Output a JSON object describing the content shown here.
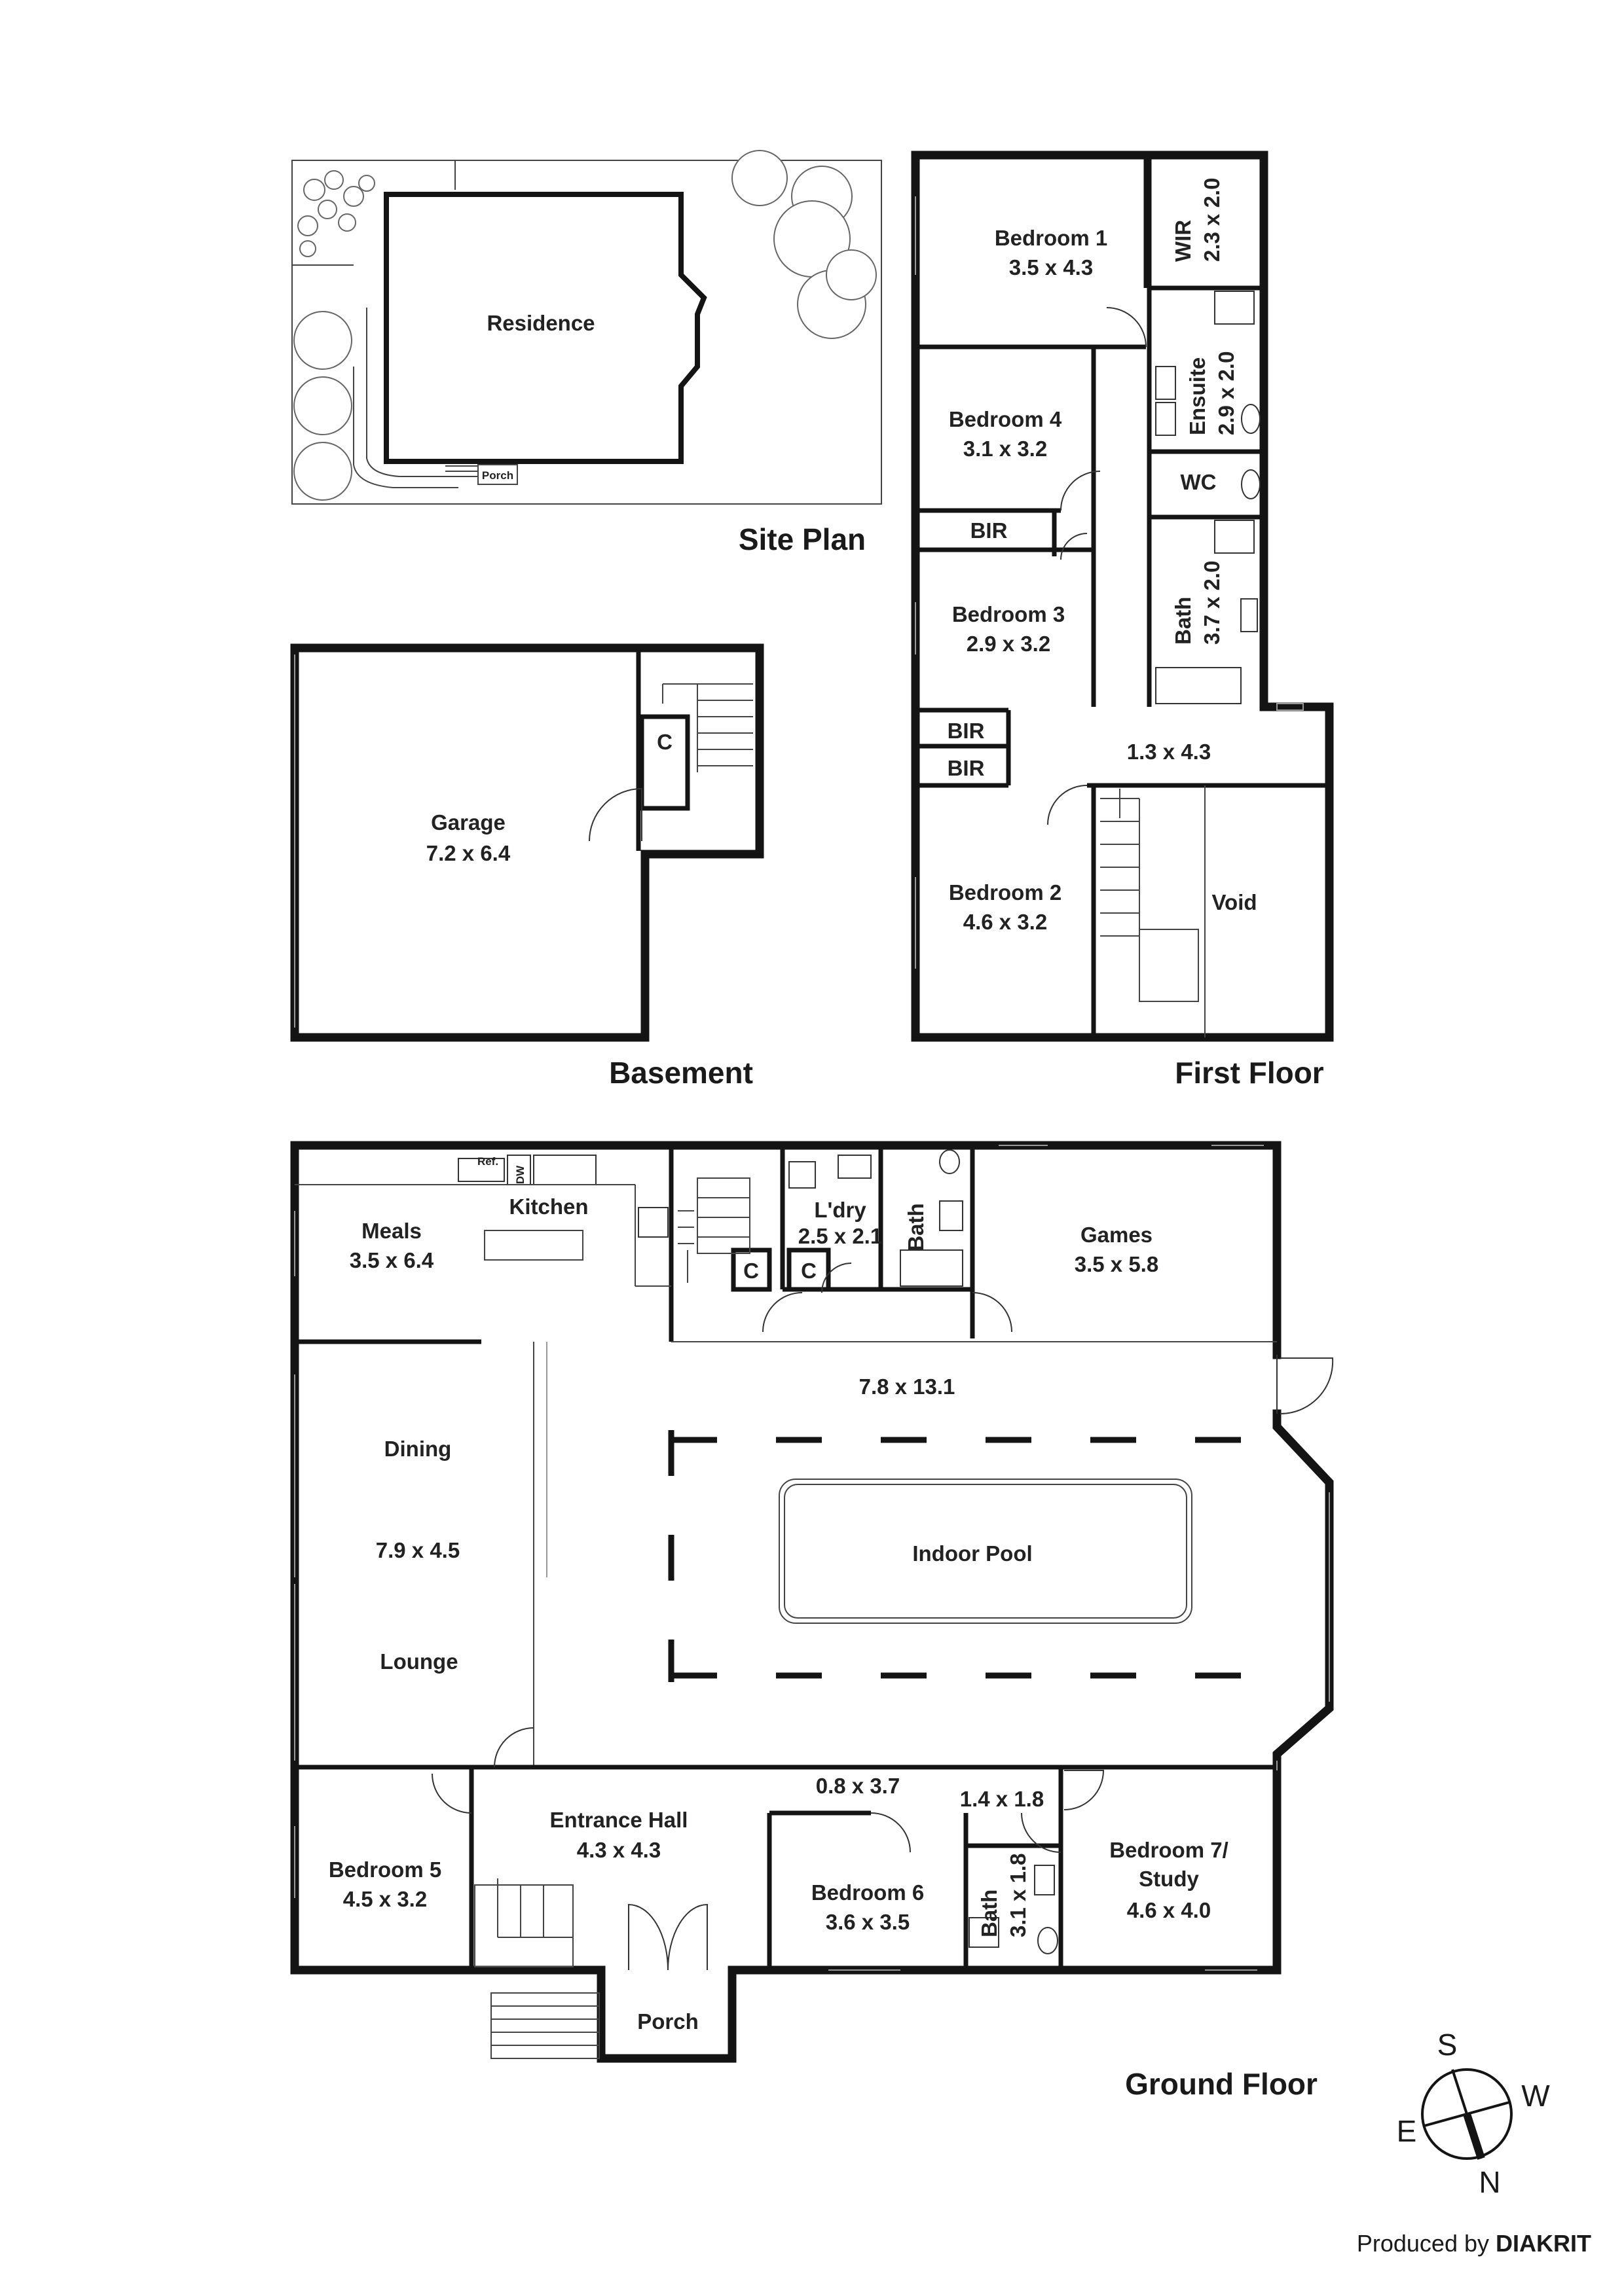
{
  "site_plan": {
    "title": "Site Plan",
    "residence_label": "Residence",
    "porch_label": "Porch"
  },
  "basement": {
    "title": "Basement",
    "rooms": [
      {
        "name": "Garage",
        "size": "7.2 x 6.4"
      },
      {
        "name": "C",
        "size": ""
      }
    ]
  },
  "first_floor": {
    "title": "First Floor",
    "rooms": {
      "bedroom1": {
        "name": "Bedroom 1",
        "size": "3.5 x 4.3"
      },
      "wir": {
        "name": "WIR",
        "size": "2.3 x 2.0"
      },
      "ensuite": {
        "name": "Ensuite",
        "size": "2.9 x 2.0"
      },
      "bedroom4": {
        "name": "Bedroom 4",
        "size": "3.1 x 3.2"
      },
      "wc": {
        "name": "WC"
      },
      "bir1": {
        "name": "BIR"
      },
      "bedroom3": {
        "name": "Bedroom 3",
        "size": "2.9 x 3.2"
      },
      "bath": {
        "name": "Bath",
        "size": "3.7 x 2.0"
      },
      "bir2": {
        "name": "BIR"
      },
      "bir3": {
        "name": "BIR"
      },
      "landing": {
        "size": "1.3 x 4.3"
      },
      "bedroom2": {
        "name": "Bedroom 2",
        "size": "4.6 x 3.2"
      },
      "void": {
        "name": "Void"
      }
    }
  },
  "ground_floor": {
    "title": "Ground Floor",
    "rooms": {
      "meals": {
        "name": "Meals",
        "size": "3.5 x 6.4"
      },
      "kitchen": {
        "name": "Kitchen"
      },
      "ref": {
        "name": "Ref."
      },
      "dw": {
        "name": "DW"
      },
      "laundry": {
        "name": "L'dry",
        "size": "2.5 x 2.1"
      },
      "bath_top": {
        "name": "Bath"
      },
      "c1": {
        "name": "C"
      },
      "c2": {
        "name": "C"
      },
      "games": {
        "name": "Games",
        "size": "3.5 x 5.8"
      },
      "pool_area": {
        "size": "7.8 x 13.1"
      },
      "dining": {
        "name": "Dining"
      },
      "dining_lounge_size": {
        "size": "7.9 x 4.5"
      },
      "lounge": {
        "name": "Lounge"
      },
      "indoor_pool": {
        "name": "Indoor Pool"
      },
      "hall_small": {
        "size": "0.8 x 3.7"
      },
      "corridor": {
        "size": "1.4 x 1.8"
      },
      "entrance_hall": {
        "name": "Entrance Hall",
        "size": "4.3 x 4.3"
      },
      "bedroom5": {
        "name": "Bedroom 5",
        "size": "4.5 x 3.2"
      },
      "bedroom6": {
        "name": "Bedroom 6",
        "size": "3.6 x 3.5"
      },
      "bath_bottom": {
        "name": "Bath",
        "size": "3.1 x 1.8"
      },
      "bedroom7": {
        "name_line1": "Bedroom 7/",
        "name_line2": "Study",
        "size": "4.6 x 4.0"
      },
      "porch": {
        "name": "Porch"
      }
    }
  },
  "compass": {
    "s": "S",
    "w": "W",
    "e": "E",
    "n": "N"
  },
  "credit": {
    "prefix": "Produced by ",
    "brand": "DIAKRIT"
  }
}
